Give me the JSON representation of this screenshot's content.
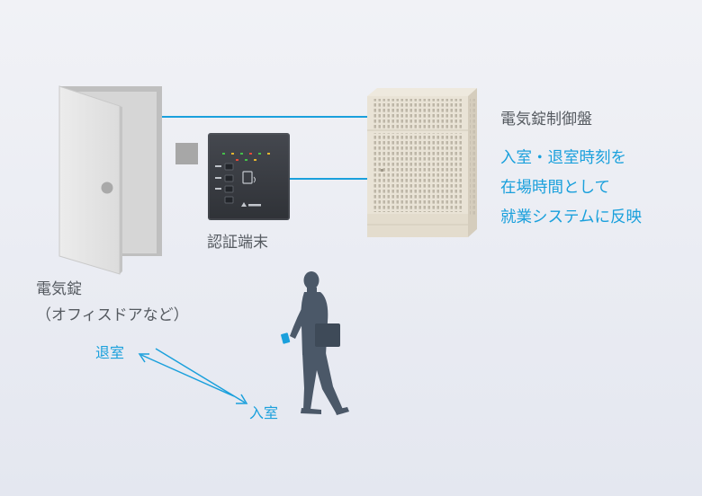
{
  "electric_lock": {
    "name": "電気錠",
    "note": "（オフィスドアなど）"
  },
  "auth_terminal": {
    "name": "認証端末"
  },
  "controller": {
    "name": "電気錠制御盤",
    "description": [
      "入室・退室時刻を",
      "在場時間として",
      "就業システムに反映"
    ]
  },
  "flow": {
    "exit": "退室",
    "enter": "入室"
  },
  "colors": {
    "accent": "#1aa0dc",
    "text": "#555a60",
    "terminal": "#3b3e44",
    "controller": "#e9e3d6",
    "person": "#4b5868"
  }
}
